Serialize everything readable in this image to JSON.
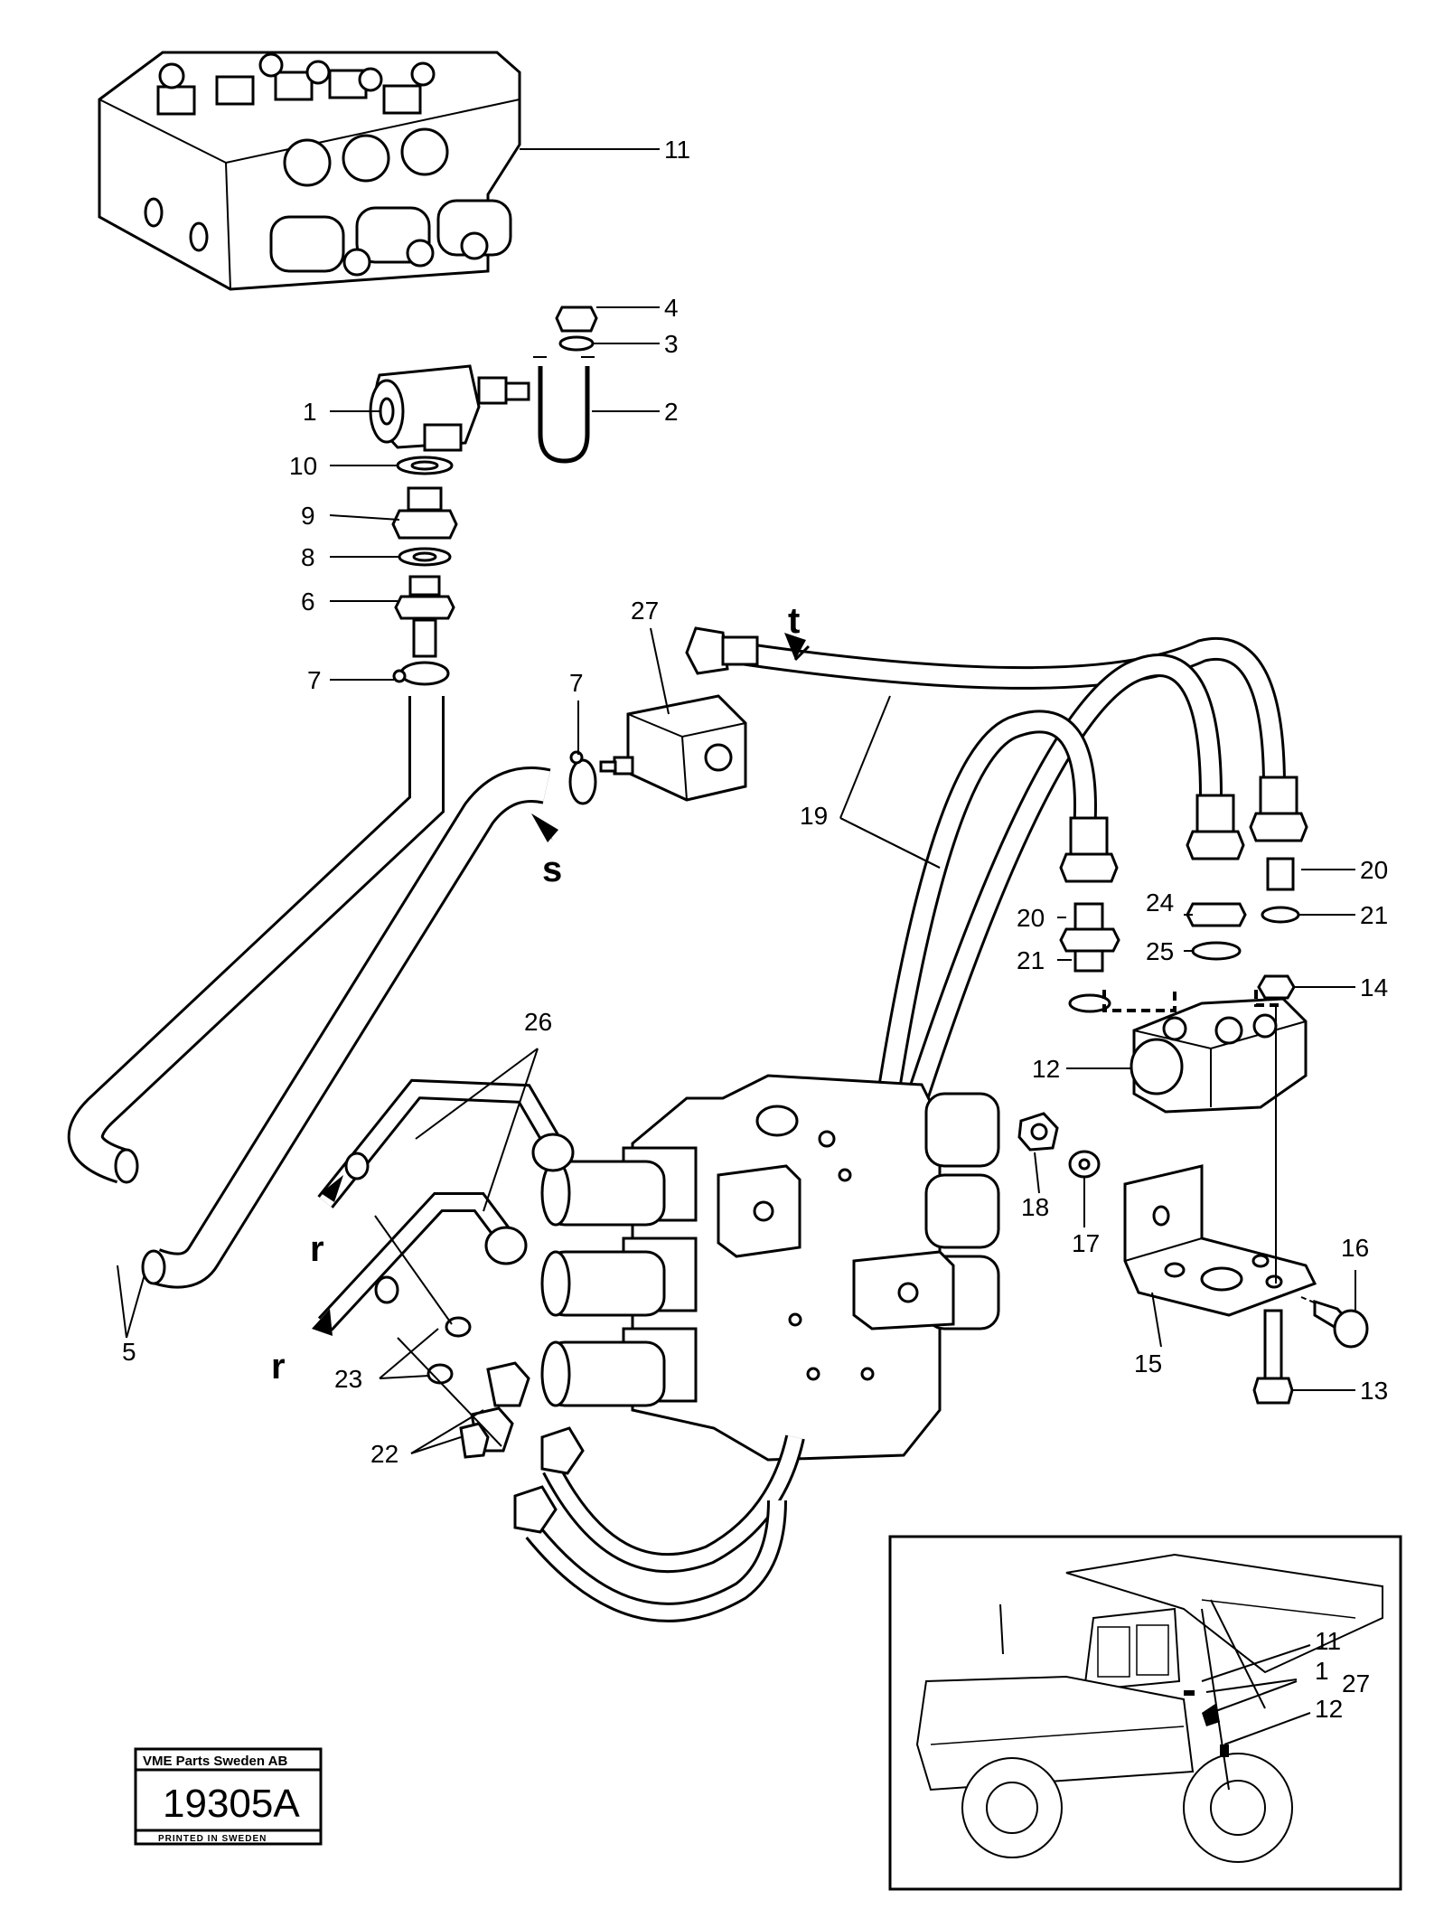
{
  "callouts": [
    {
      "id": "11"
    },
    {
      "id": "4"
    },
    {
      "id": "3"
    },
    {
      "id": "1"
    },
    {
      "id": "2"
    },
    {
      "id": "10"
    },
    {
      "id": "9"
    },
    {
      "id": "8"
    },
    {
      "id": "6"
    },
    {
      "id": "7"
    },
    {
      "id": "27"
    },
    {
      "id": "7"
    },
    {
      "id": "19"
    },
    {
      "id": "20"
    },
    {
      "id": "24"
    },
    {
      "id": "20"
    },
    {
      "id": "21"
    },
    {
      "id": "21"
    },
    {
      "id": "25"
    },
    {
      "id": "14"
    },
    {
      "id": "12"
    },
    {
      "id": "26"
    },
    {
      "id": "5"
    },
    {
      "id": "18"
    },
    {
      "id": "17"
    },
    {
      "id": "16"
    },
    {
      "id": "15"
    },
    {
      "id": "13"
    },
    {
      "id": "23"
    },
    {
      "id": "22"
    }
  ],
  "flow_markers": {
    "t": "t",
    "s": "s",
    "r1": "r",
    "r2": "r"
  },
  "inset": {
    "labels": [
      "11",
      "1",
      "27",
      "12"
    ]
  },
  "stamp": {
    "company": "VME Parts Sweden AB",
    "code": "19305A",
    "printed": "PRINTED IN SWEDEN"
  }
}
